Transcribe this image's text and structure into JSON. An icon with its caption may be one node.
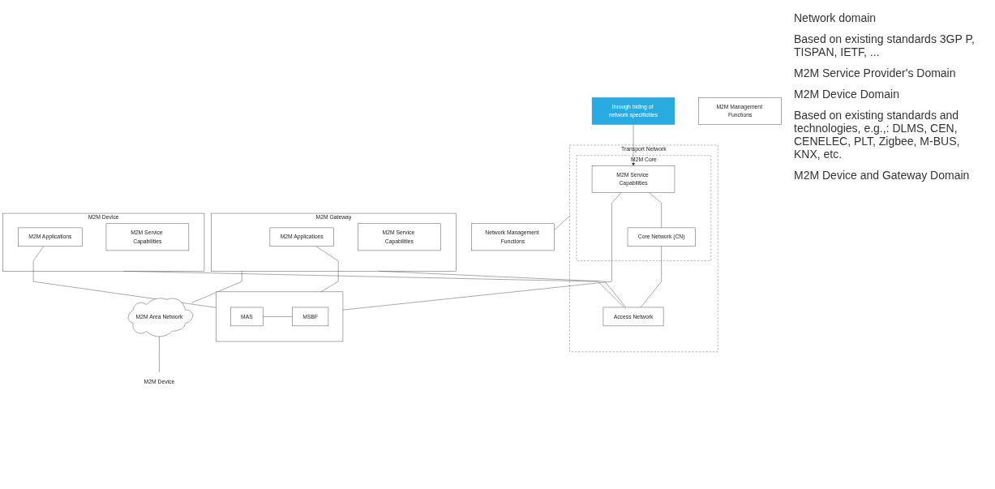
{
  "diagram": {
    "nodes": [
      {
        "text": [
          "through hiding of network specificities"
        ]
      },
      {
        "text": [
          "Transport Network"
        ]
      },
      {
        "text": [
          "M2M Core"
        ],
        "in": 1
      },
      {
        "text": [
          "M2M Service Capabilities"
        ],
        "in": 2
      },
      {
        "text": [
          "Core Network (CN)"
        ],
        "in": 2
      },
      {
        "text": [
          "Access Network"
        ],
        "in": 1
      },
      {
        "text": [
          "M2M Management Functions"
        ]
      },
      {
        "text": [
          "Network Management Functions"
        ]
      },
      {
        "text": [],
        "shape": "box"
      },
      {
        "text": [
          "MAS"
        ],
        "in": 8
      },
      {
        "text": [
          "MSBF"
        ],
        "in": 8
      },
      {
        "text": [
          "M2M Gateway"
        ]
      },
      {
        "text": [
          "M2M Applications"
        ],
        "in": 11
      },
      {
        "text": [
          "M2M Service Capabilities"
        ],
        "in": 11
      },
      {
        "text": [
          "M2M Area Network"
        ]
      },
      {
        "text": [
          "M2M Device"
        ]
      },
      {
        "text": [
          "M2M Device"
        ]
      },
      {
        "text": [
          "M2M Applications"
        ],
        "in": 16
      },
      {
        "text": [
          "M2M Service Capabilities"
        ],
        "in": 16
      }
    ],
    "edges": [
      {
        "from": 0,
        "to": 3,
        "arrow": "to"
      },
      {
        "from": 3,
        "to": 4,
        "arrow": "none"
      },
      {
        "from": 4,
        "to": 5,
        "arrow": "none"
      },
      {
        "from": 11,
        "to": 5,
        "arrow": "none"
      },
      {
        "from": 16,
        "to": 5,
        "arrow": "none"
      },
      {
        "from": 1,
        "to": 7,
        "arrow": "none"
      },
      {
        "from": 3,
        "to": 8,
        "arrow": "none"
      },
      {
        "from": 12,
        "to": 8,
        "arrow": "none"
      },
      {
        "from": 17,
        "to": 8,
        "arrow": "none"
      },
      {
        "from": 9,
        "to": 10,
        "arrow": "none"
      },
      {
        "from": 11,
        "to": 14,
        "arrow": "none"
      },
      {
        "from": 14,
        "to": 15,
        "arrow": "none"
      }
    ],
    "labels": [
      "Network domain",
      "Based on existing standards 3GP P, TISPAN, IETF, ...",
      "M2M Service Provider's Domain",
      "M2M Device Domain",
      "Based on existing standards and technologies, e.g.,: DLMS, CEN, CENELEC, PLT, Zigbee, M-BUS, KNX, etc.",
      "M2M Device and Gateway Domain"
    ]
  }
}
